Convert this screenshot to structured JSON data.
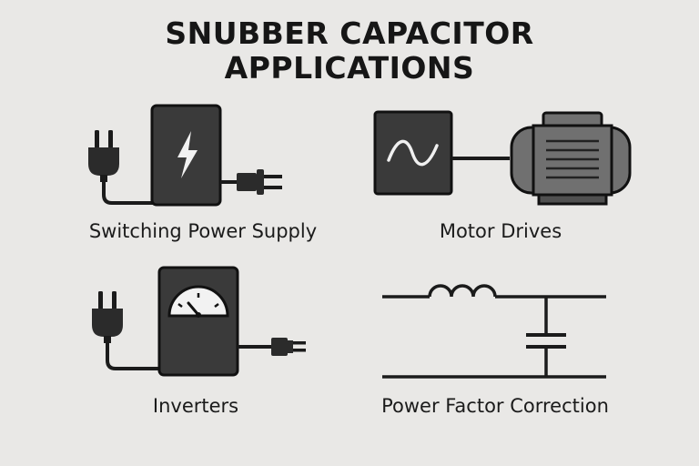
{
  "title": {
    "line1": "SNUBBER CAPACITOR",
    "line2": "APPLICATIONS"
  },
  "applications": [
    {
      "label": "Switching Power Supply",
      "icon": "power-supply-icon"
    },
    {
      "label": "Motor Drives",
      "icon": "motor-drive-icon"
    },
    {
      "label": "Inverters",
      "icon": "inverter-icon"
    },
    {
      "label": "Power Factor Correction",
      "icon": "lc-filter-circuit-icon"
    }
  ],
  "colors": {
    "background": "#e9e8e6",
    "ink": "#1b1b1b",
    "device_fill": "#3a3a3a",
    "motor_fill": "#707070"
  }
}
